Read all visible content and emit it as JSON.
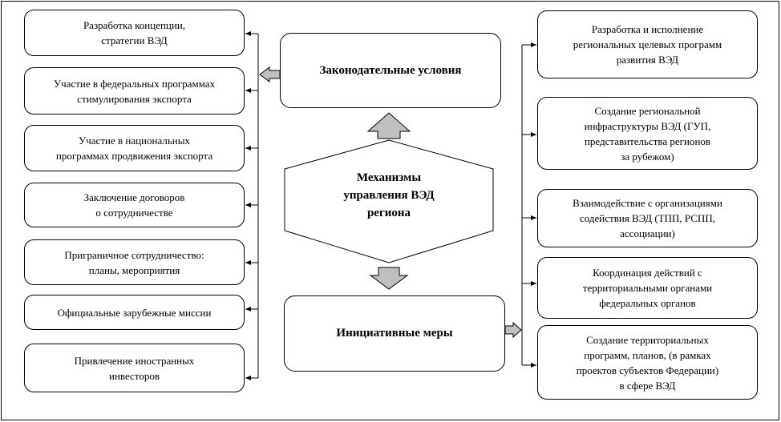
{
  "center": {
    "mechanisms": "Механизмы\nуправления ВЭД\nрегиона",
    "legislative": "Законодательные условия",
    "initiative": "Инициативные меры"
  },
  "left_items": [
    "Разработка концепции,\nстратегии ВЭД",
    "Участие в федеральных программах\nстимулирования экспорта",
    "Участие в национальных\nпрограммах продвижения экспорта",
    "Заключение договоров\nо сотрудничестве",
    "Приграничное сотрудничество:\nпланы, мероприятия",
    "Официальные зарубежные миссии",
    "Привлечение иностранных\nинвесторов"
  ],
  "right_items": [
    "Разработка и исполнение\nрегиональных целевых программ\nразвития ВЭД",
    "Создание региональной\nинфраструктуры ВЭД (ГУП,\nпредставительства регионов\nза рубежом)",
    "Взаимодействие с организациями\nсодействия ВЭД (ТПП, РСПП,\nассоциации)",
    "Координация действий с\nтерриториальными органами\nфедеральных органов",
    "Создание территориальных\nпрограмм, планов, (в рамках\nпроектов субъектов Федерации)\nв сфере ВЭД"
  ],
  "colors": {
    "stroke": "#000000",
    "arrow_fill": "#bfbfbf",
    "background": "#ffffff"
  }
}
